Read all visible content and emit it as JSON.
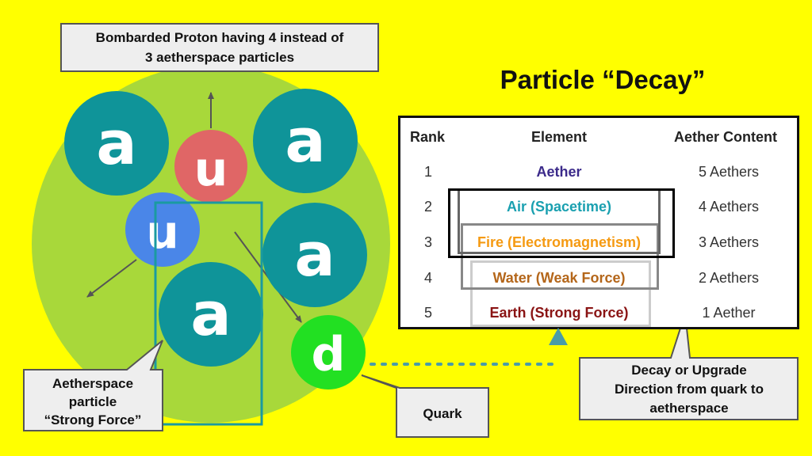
{
  "proton_callout": {
    "line1": "Bombarded Proton having 4 instead of",
    "line2": "3 aetherspace particles"
  },
  "particles": {
    "aether_top_left": "a",
    "up_top": "u",
    "aether_top_right": "a",
    "up_left": "u",
    "aether_right": "a",
    "aether_center": "a",
    "down_quark": "d"
  },
  "strong_force_callout": {
    "line1": "Aetherspace",
    "line2": "particle",
    "line3": "“Strong Force”"
  },
  "quark_callout": {
    "label": "Quark"
  },
  "title": "Particle “Decay”",
  "table": {
    "headers": {
      "rank": "Rank",
      "element": "Element",
      "content": "Aether Content"
    },
    "rows": [
      {
        "rank": "1",
        "element": "Aether",
        "content": "5 Aethers",
        "color": "#3b2a8a"
      },
      {
        "rank": "2",
        "element": "Air (Spacetime)",
        "content": "4 Aethers",
        "color": "#1aa0b0"
      },
      {
        "rank": "3",
        "element": "Fire (Electromagnetism)",
        "content": "3 Aethers",
        "color": "#f59a12"
      },
      {
        "rank": "4",
        "element": "Water (Weak Force)",
        "content": "2 Aethers",
        "color": "#b4661a"
      },
      {
        "rank": "5",
        "element": "Earth (Strong Force)",
        "content": "1 Aether",
        "color": "#8a1414"
      }
    ]
  },
  "decay_callout": {
    "line1": "Decay or Upgrade",
    "line2": "Direction from quark to",
    "line3": "aetherspace"
  },
  "colors": {
    "background": "#ffff00",
    "proton": "#a8d83a",
    "aether_particle": "#0f9499",
    "up_quark_red": "#e06666",
    "up_quark_blue": "#4a86e8",
    "down_quark": "#22e022",
    "highlight_teal": "#1a9aa0"
  }
}
